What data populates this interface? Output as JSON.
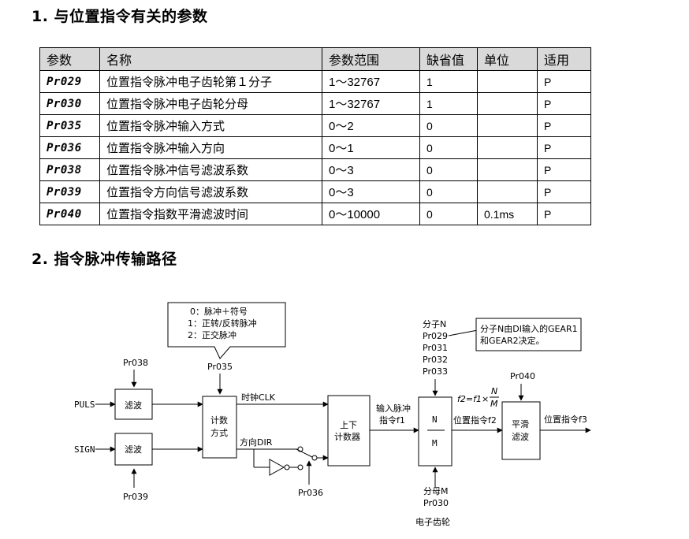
{
  "section1": {
    "title": "1. 与位置指令有关的参数"
  },
  "section2": {
    "title": "2. 指令脉冲传输路径"
  },
  "table": {
    "headers": [
      "参数",
      "名称",
      "参数范围",
      "缺省值",
      "单位",
      "适用"
    ],
    "rows": [
      [
        "Pr029",
        "位置指令脉冲电子齿轮第１分子",
        "1～32767",
        "1",
        "",
        "P"
      ],
      [
        "Pr030",
        "位置指令脉冲电子齿轮分母",
        "1～32767",
        "1",
        "",
        "P"
      ],
      [
        "Pr035",
        "位置指令脉冲输入方式",
        "0～2",
        "0",
        "",
        "P"
      ],
      [
        "Pr036",
        "位置指令脉冲输入方向",
        "0～1",
        "0",
        "",
        "P"
      ],
      [
        "Pr038",
        "位置指令脉冲信号滤波系数",
        "0～3",
        "0",
        "",
        "P"
      ],
      [
        "Pr039",
        "位置指令方向信号滤波系数",
        "0～3",
        "0",
        "",
        "P"
      ],
      [
        "Pr040",
        "位置指令指数平滑滤波时间",
        "0～10000",
        "0",
        "0.1ms",
        "P"
      ]
    ]
  },
  "diagram": {
    "mode_box": [
      "0：脉冲＋符号",
      "1：正转/反转脉冲",
      "2：正交脉冲"
    ],
    "pr035": "Pr035",
    "pr038": "Pr038",
    "pr039": "Pr039",
    "pr036": "Pr036",
    "puls": "PULS",
    "sign": "SIGN",
    "filter_top": "滤波",
    "filter_bottom": "滤波",
    "count_mode_1": "计数",
    "count_mode_2": "方式",
    "clk": "时钟CLK",
    "dir": "方向DIR",
    "counter_1": "上下",
    "counter_2": "计数器",
    "input_pulse_1": "输入脉冲",
    "input_pulse_2": "指令f1",
    "numerator_block": [
      "分子N",
      "Pr029",
      "Pr031",
      "Pr032",
      "Pr033"
    ],
    "note_1": "分子N由DI输入的GEAR1",
    "note_2": "和GEAR2决定。",
    "gear_n": "N",
    "gear_m": "M",
    "formula_lhs": "f2=f1×",
    "formula_num": "N",
    "formula_den": "M",
    "pos_f2": "位置指令f2",
    "pr040": "Pr040",
    "smooth_1": "平滑",
    "smooth_2": "滤波",
    "pos_f3": "位置指令f3",
    "denominator_1": "分母M",
    "denominator_2": "Pr030",
    "egear": "电子齿轮"
  }
}
